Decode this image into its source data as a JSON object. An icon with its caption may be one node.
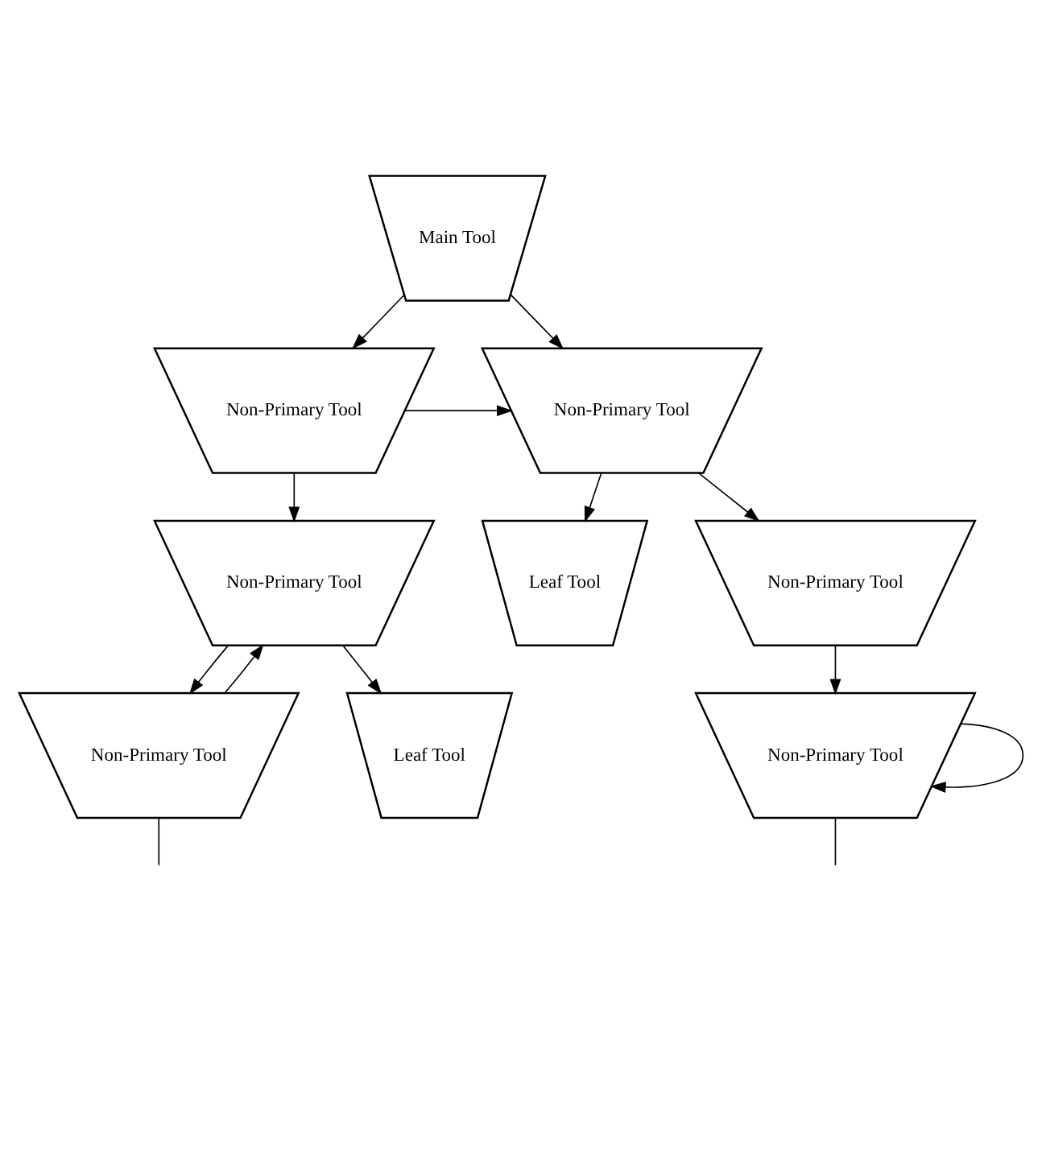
{
  "diagram": {
    "nodes": [
      {
        "text": [
          "Main Tool"
        ]
      },
      {
        "text": [
          "Non-Primary Tool"
        ]
      },
      {
        "text": [
          "Non-Primary Tool"
        ]
      },
      {
        "text": [
          "Non-Primary Tool"
        ]
      },
      {
        "text": [
          "Leaf Tool"
        ]
      },
      {
        "text": [
          "Non-Primary Tool"
        ]
      },
      {
        "text": [
          "Non-Primary Tool"
        ]
      },
      {
        "text": [
          "Leaf Tool"
        ]
      },
      {
        "text": [
          "Non-Primary Tool"
        ]
      }
    ],
    "edges": [
      {
        "from": 0,
        "to": 1,
        "arrow": "to"
      },
      {
        "from": 0,
        "to": 2,
        "arrow": "to"
      },
      {
        "from": 1,
        "to": 2,
        "arrow": "to"
      },
      {
        "from": 1,
        "to": 3,
        "arrow": "to"
      },
      {
        "from": 2,
        "to": 4,
        "arrow": "to"
      },
      {
        "from": 2,
        "to": 5,
        "arrow": "to"
      },
      {
        "from": 3,
        "to": 6,
        "arrow": "to"
      },
      {
        "from": 3,
        "to": 7,
        "arrow": "to"
      },
      {
        "from": 6,
        "to": 3,
        "arrow": "to"
      },
      {
        "from": 5,
        "to": 8,
        "arrow": "to"
      },
      {
        "from": 8,
        "to": 8,
        "arrow": "to"
      },
      {
        "from": 6,
        "to": null,
        "arrow": "none"
      },
      {
        "from": 8,
        "to": null,
        "arrow": "none"
      }
    ]
  }
}
